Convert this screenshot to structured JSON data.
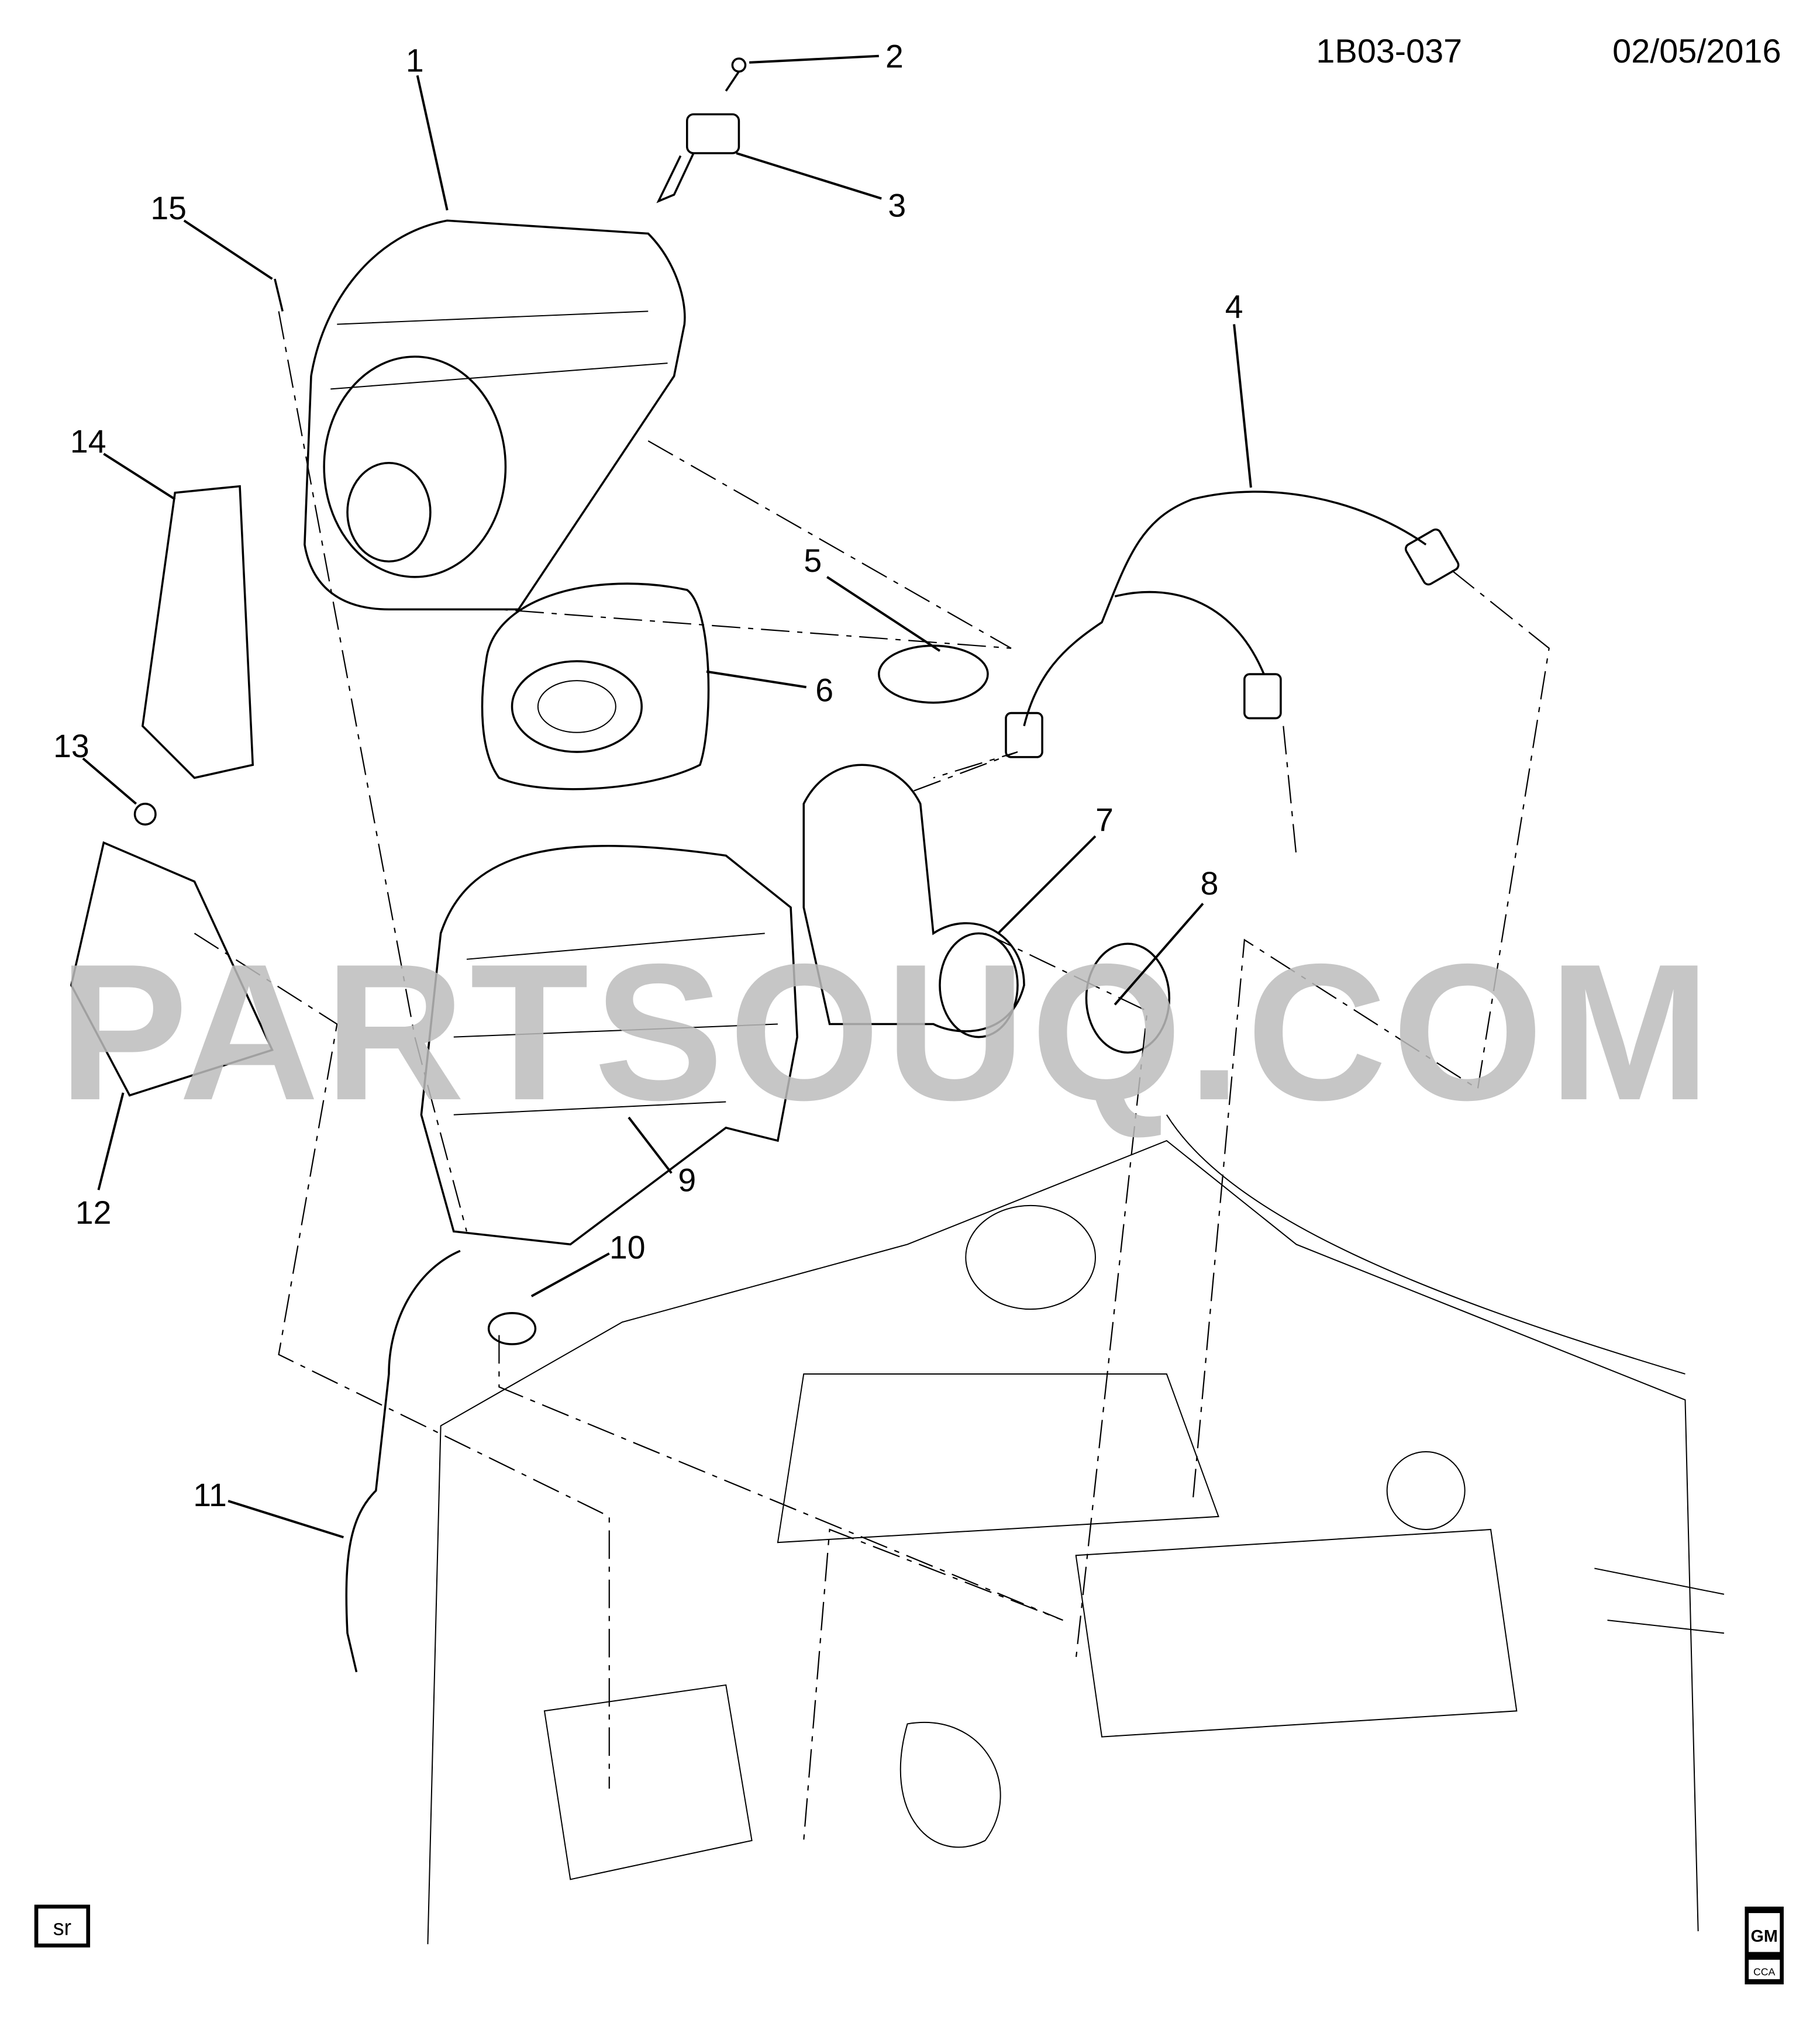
{
  "header": {
    "diagram_code": "1B03-037",
    "date": "02/05/2016"
  },
  "watermark": "PARTSOUQ.COM",
  "callouts": [
    "1",
    "2",
    "3",
    "4",
    "5",
    "6",
    "7",
    "8",
    "9",
    "10",
    "11",
    "12",
    "13",
    "14",
    "15"
  ],
  "footer": {
    "left_badge": "sr",
    "logo_top": "GM",
    "logo_bottom": "CCA"
  }
}
